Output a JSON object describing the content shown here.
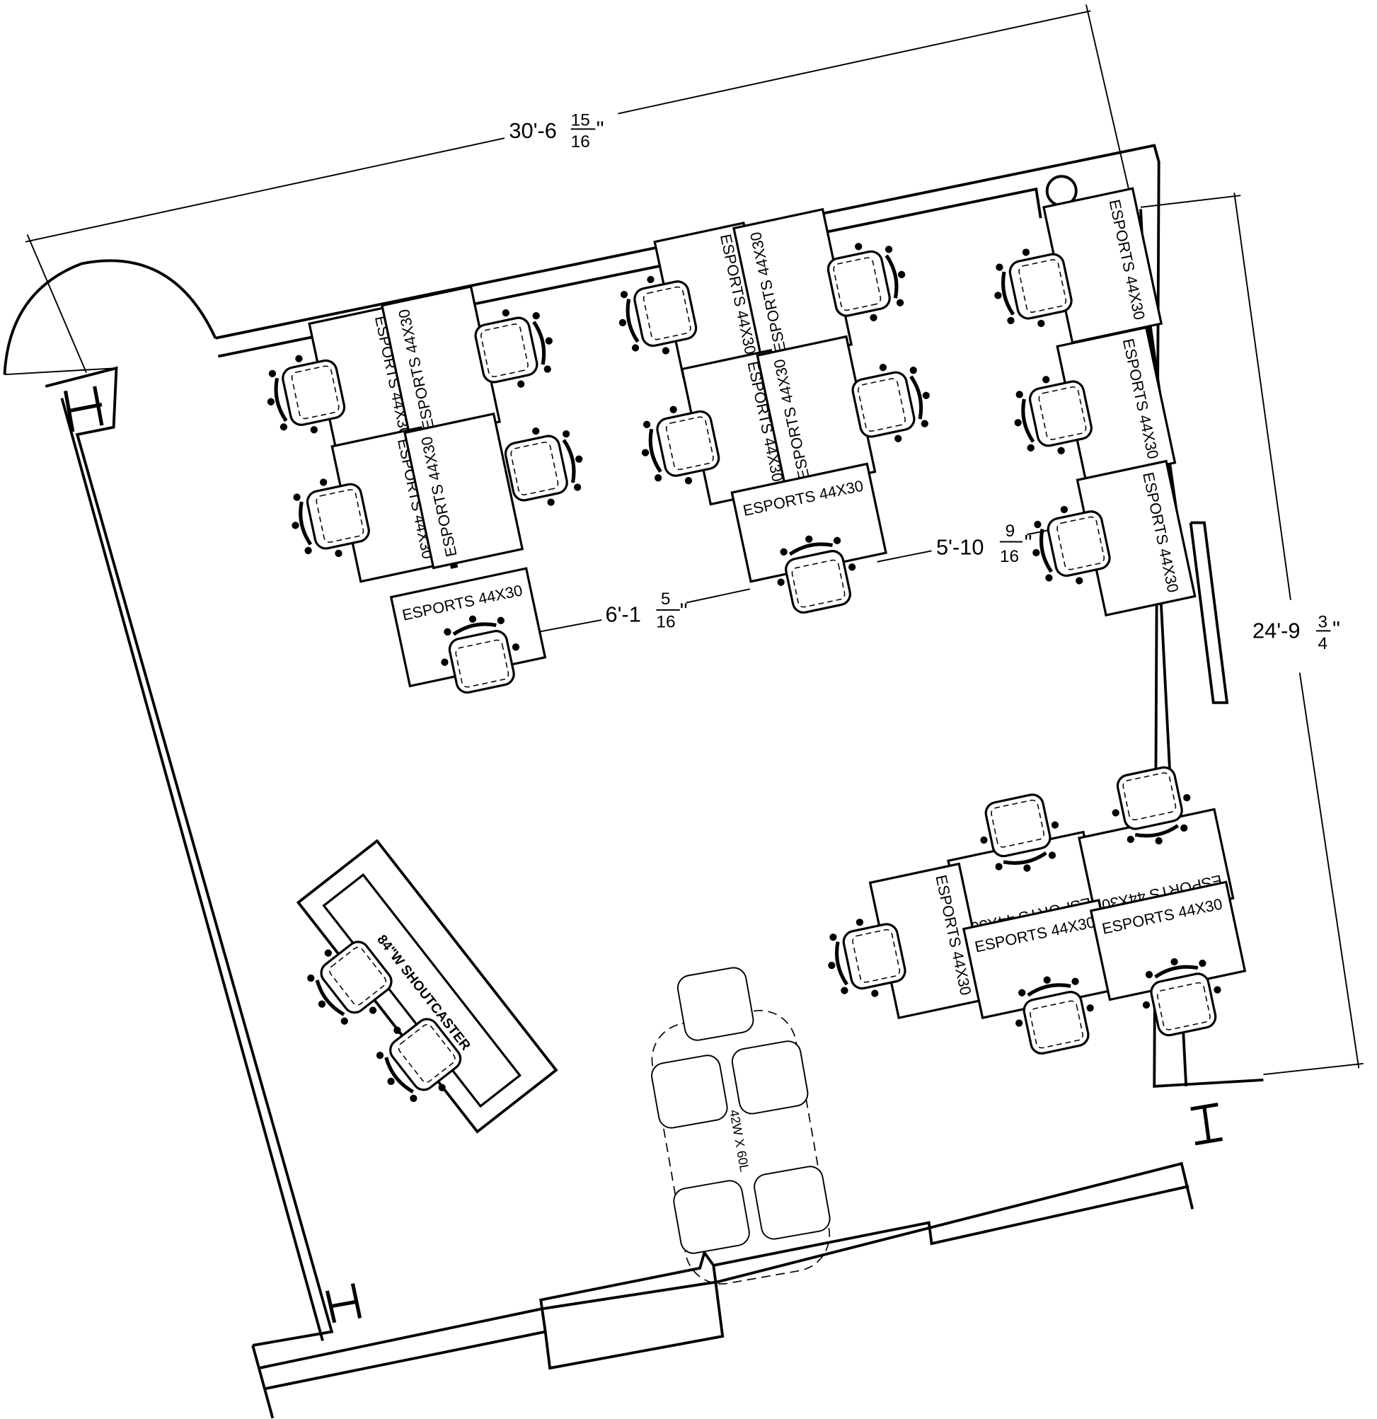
{
  "title": "Esports room floor plan",
  "dimensions": {
    "overall_width": {
      "whole": "30'-6",
      "num": "15",
      "den": "16",
      "mark": "\""
    },
    "overall_depth": {
      "whole": "24'-9",
      "num": "3",
      "den": "4",
      "mark": "\""
    },
    "cluster_gap_1": {
      "whole": "6'-1",
      "num": "5",
      "den": "16",
      "mark": "\""
    },
    "cluster_gap_2": {
      "whole": "5'-10",
      "num": "9",
      "den": "16",
      "mark": "\""
    }
  },
  "desks": [
    {
      "label": "ESPORTS 44X30"
    },
    {
      "label": "ESPORTS 44X30"
    },
    {
      "label": "ESPORTS 44X30"
    },
    {
      "label": "ESPORTS 44X30"
    },
    {
      "label": "ESPORTS 44X30"
    },
    {
      "label": "ESPORTS 44X30"
    },
    {
      "label": "ESPORTS 44X30"
    },
    {
      "label": "ESPORTS 44X30"
    },
    {
      "label": "ESPORTS 44X30"
    },
    {
      "label": "ESPORTS 44X30"
    },
    {
      "label": "ESPORTS 44X30"
    },
    {
      "label": "ESPORTS 44X30"
    },
    {
      "label": "ESPORTS 44X30"
    },
    {
      "label": "ESPORTS 44X30"
    },
    {
      "label": "ESPORTS 44X30"
    },
    {
      "label": "ESPORTS 44X30"
    },
    {
      "label": "ESPORTS 44X30"
    },
    {
      "label": "ESPORTS 44X30"
    }
  ],
  "shoutcaster": {
    "label": "84\"W SHOUTCASTER"
  },
  "conference_table": {
    "label": "42W X 60L"
  }
}
